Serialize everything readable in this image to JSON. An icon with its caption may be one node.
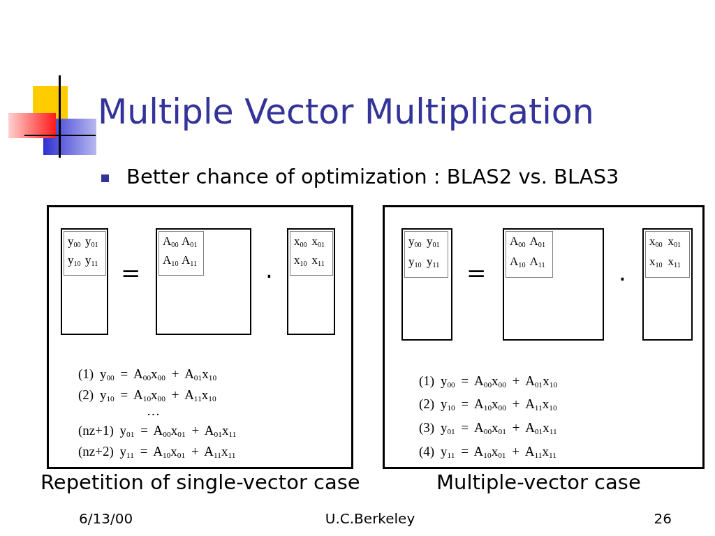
{
  "diagram": {
    "title": "Multiple Vector Multiplication",
    "nodes": [
      {
        "text": [
          "(1) y$_{00}$ = A$_{00}$x$_{00}$ + A$_{01}$x$_{10}$",
          "(2) y$_{10}$ = A$_{10}$x$_{00}$ + A$_{11}$x$_{10}$",
          "…",
          "(nz+1) y$_{01}$ = A$_{00}$x$_{01}$ + A$_{01}$x$_{11}$",
          "(nz+2) y$_{11}$ = A$_{10}$x$_{01}$ + A$_{11}$x$_{11}$"
        ],
        "beside": [
          "Repetition of single-vector case"
        ]
      },
      {
        "text": [],
        "shape": "box",
        "in": 0
      },
      {
        "text": [
          "y$_{00}$",
          "y$_{01}$",
          "y$_{10}$",
          "y$_{11}$"
        ],
        "in": 1
      },
      {
        "text": [],
        "shape": "box",
        "in": 0
      },
      {
        "text": [
          "A$_{00}$",
          "A$_{01}$",
          "A$_{10}$",
          "A$_{11}$"
        ],
        "in": 3
      },
      {
        "text": [],
        "shape": "box",
        "in": 0
      },
      {
        "text": [
          "x$_{00}$",
          "x$_{01}$",
          "x$_{10}$",
          "x$_{11}$"
        ],
        "in": 5
      },
      {
        "text": [
          "(1) y$_{00}$ = A$_{00}$x$_{00}$ + A$_{01}$x$_{10}$",
          "(2) y$_{10}$ = A$_{10}$x$_{00}$ + A$_{11}$x$_{10}$",
          "(3) y$_{01}$ = A$_{00}$x$_{01}$ + A$_{01}$x$_{11}$",
          "(4) y$_{11}$ = A$_{10}$x$_{01}$ + A$_{11}$x$_{11}$"
        ],
        "beside": [
          "Multiple-vector case"
        ]
      },
      {
        "text": [],
        "shape": "box",
        "in": 7
      },
      {
        "text": [
          "y$_{00}$",
          "y$_{01}$",
          "y$_{10}$",
          "y$_{11}$"
        ],
        "in": 8
      },
      {
        "text": [],
        "shape": "box",
        "in": 7
      },
      {
        "text": [
          "A$_{00}$",
          "A$_{01}$",
          "A$_{10}$",
          "A$_{11}$"
        ],
        "in": 10
      },
      {
        "text": [],
        "shape": "box",
        "in": 7
      },
      {
        "text": [
          "x$_{00}$",
          "x$_{01}$",
          "x$_{10}$",
          "x$_{11}$"
        ],
        "in": 12
      }
    ],
    "labels": [
      "Better chance of optimization : BLAS2 vs. BLAS3",
      "=",
      "·",
      "=",
      "·",
      "6/13/00",
      "U.C.Berkeley",
      "26"
    ]
  }
}
